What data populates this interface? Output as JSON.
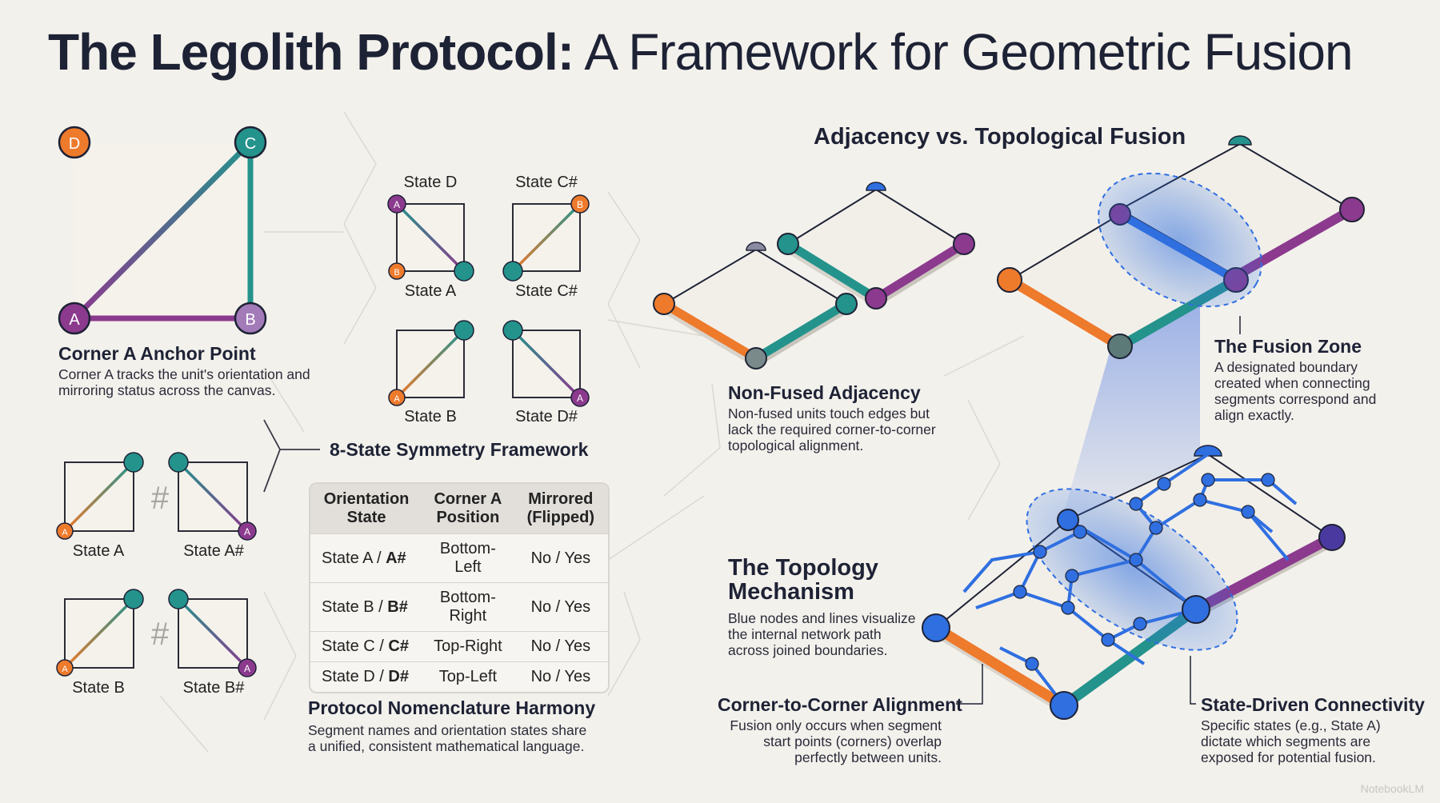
{
  "title": {
    "bold": "The Legolith Protocol:",
    "rest": " A Framework for Geometric Fusion"
  },
  "anchor": {
    "heading": "Corner A Anchor Point",
    "desc": "Corner A tracks the unit's orientation and mirroring status across the canvas.",
    "corners": [
      "D",
      "C",
      "A",
      "B"
    ]
  },
  "states_grid": [
    "State D",
    "State C#",
    "State A",
    "State C#",
    "State B",
    "State D#"
  ],
  "symmetry": {
    "heading": "8-State Symmetry Framework",
    "pairs": [
      {
        "left": "State A",
        "right": "State A#",
        "sep": "#"
      },
      {
        "left": "State B",
        "right": "State B#",
        "sep": "#"
      }
    ],
    "corner_letter_a": "A",
    "corner_letter_b": "B",
    "table": {
      "headers": [
        "Orientation State",
        "Corner A Position",
        "Mirrored (Flipped)"
      ],
      "rows": [
        {
          "state": "State A / ",
          "state_mirror": "A#",
          "position": "Bottom-Left",
          "mirrored": "No / Yes"
        },
        {
          "state": "State B / ",
          "state_mirror": "B#",
          "position": "Bottom-Right",
          "mirrored": "No / Yes"
        },
        {
          "state": "State C / ",
          "state_mirror": "C#",
          "position": "Top-Right",
          "mirrored": "No / Yes"
        },
        {
          "state": "State D / ",
          "state_mirror": "D#",
          "position": "Top-Left",
          "mirrored": "No / Yes"
        }
      ]
    }
  },
  "nomenclature": {
    "heading": "Protocol Nomenclature Harmony",
    "desc": "Segment names and orientation states share a unified, consistent mathematical language."
  },
  "adjacency": {
    "heading": "Adjacency vs. Topological Fusion"
  },
  "non_fused": {
    "heading": "Non-Fused Adjacency",
    "desc": "Non-fused units touch edges but lack the required corner-to-corner topological alignment."
  },
  "fusion_zone": {
    "heading": "The Fusion Zone",
    "desc": "A designated boundary created when connecting segments correspond and align exactly."
  },
  "topology": {
    "heading": "The Topology Mechanism",
    "desc": "Blue nodes and lines visualize the internal network path across joined boundaries."
  },
  "c2c": {
    "heading": "Corner-to-Corner Alignment",
    "desc": "Fusion only occurs when segment start points (corners) overlap perfectly between units."
  },
  "state_driven": {
    "heading": "State-Driven Connectivity",
    "desc": "Specific states (e.g., State A) dictate which segments are exposed for potential fusion."
  },
  "watermark": "NotebookLM",
  "colors": {
    "orange": "#ee7a2c",
    "teal": "#24938c",
    "purple": "#8b3a8e",
    "blue": "#2f6fe0",
    "ink": "#1e2235"
  }
}
